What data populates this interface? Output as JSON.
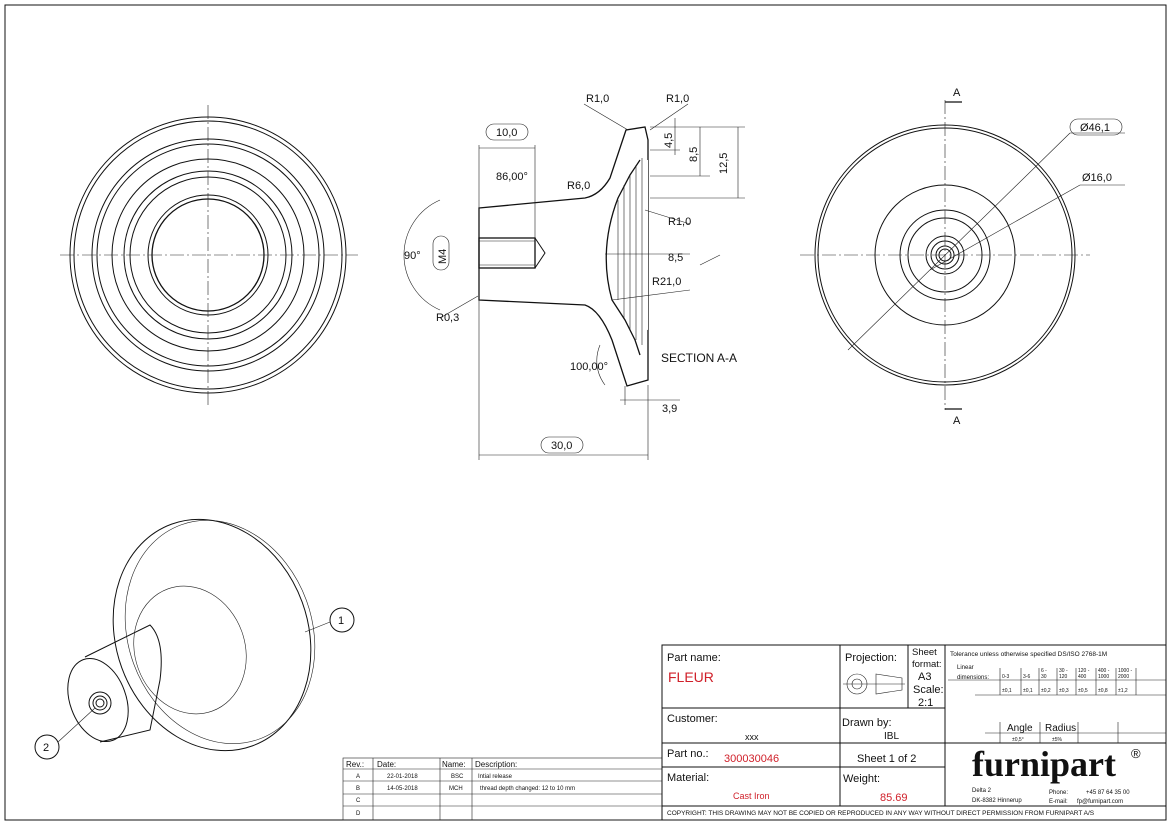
{
  "section_view": {
    "title": "SECTION A-A",
    "dims": {
      "len_10": "10,0",
      "ang_86": "86,00°",
      "ang_90": "90°",
      "thread": "M4",
      "r03": "R0,3",
      "r6": "R6,0",
      "r1_a": "R1,0",
      "r1_b": "R1,0",
      "r1_c": "R1,0",
      "d45": "4,5",
      "d85v": "8,5",
      "d125": "12,5",
      "d85h": "8,5",
      "r21": "R21,0",
      "ang_100": "100,00°",
      "d39": "3,9",
      "len_30": "30,0"
    }
  },
  "side_view": {
    "cut_label_top": "A",
    "cut_label_bottom": "A",
    "dia_outer": "Ø46,1",
    "dia_inner": "Ø16,0"
  },
  "iso_view": {
    "balloon_1": "1",
    "balloon_2": "2"
  },
  "revisions": {
    "headers": [
      "Rev.:",
      "Date:",
      "Name:",
      "Description:"
    ],
    "rows": [
      [
        "A",
        "22-01-2018",
        "BSC",
        "Intial release"
      ],
      [
        "B",
        "14-05-2018",
        "MCH",
        "thread depth changed: 12 to 10 mm"
      ],
      [
        "C",
        "",
        "",
        ""
      ],
      [
        "D",
        "",
        "",
        ""
      ]
    ]
  },
  "title_block": {
    "part_name_label": "Part name:",
    "part_name": "FLEUR",
    "projection_label": "Projection:",
    "sheet_format_label1": "Sheet",
    "sheet_format_label2": "format:",
    "sheet_format": "A3",
    "scale_label": "Scale:",
    "scale": "2:1",
    "customer_label": "Customer:",
    "customer": "xxx",
    "drawn_by_label": "Drawn by:",
    "drawn_by": "IBL",
    "part_no_label": "Part no.:",
    "part_no": "300030046",
    "sheet": "Sheet 1 of 2",
    "material_label": "Material:",
    "material": "Cast Iron",
    "weight_label": "Weight:",
    "weight": "85.69",
    "tolerance_title": "Tolerance unless otherwise specified DS/ISO 2768-1M",
    "linear_label1": "Linear",
    "linear_label2": "dimensions:",
    "ranges": [
      [
        "0-3",
        ""
      ],
      [
        "3-6",
        ""
      ],
      [
        "6 -",
        "30"
      ],
      [
        "30 -",
        "120"
      ],
      [
        "120 -",
        "400"
      ],
      [
        "400 -",
        "1000"
      ],
      [
        "1000 -",
        "2000"
      ]
    ],
    "tolerances": [
      "±0,1",
      "±0,1",
      "±0,2",
      "±0,3",
      "±0,5",
      "±0,8",
      "±1,2"
    ],
    "angle_label": "Angle",
    "radius_label": "Radius",
    "angle_tol": "±0,5°",
    "radius_tol": "±5%",
    "company": "furnipart",
    "registered": "®",
    "address1": "Delta 2",
    "address2": "DK-8382 Hinnerup",
    "phone_label": "Phone:",
    "phone": "+45 87 64 35 00",
    "email_label": "E-mail:",
    "email": "fp@furnipart.com",
    "copyright": "COPYRIGHT: THIS DRAWING MAY NOT BE COPIED OR REPRODUCED IN ANY WAY WITHOUT DIRECT PERMISSION FROM FURNIPART A/S"
  }
}
